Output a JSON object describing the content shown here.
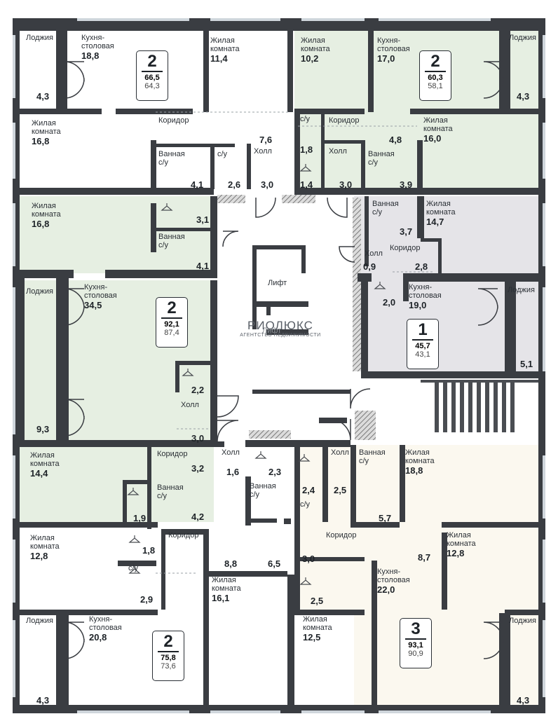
{
  "colors": {
    "wall": "#3a3d42",
    "green": "#e6efe2",
    "grey": "#e5e4e8",
    "beige": "#fbf8ef",
    "white": "#ffffff",
    "hatch": "#8d8d8d"
  },
  "apartments": [
    {
      "id": "a1",
      "rooms": "2",
      "total": "66,5",
      "living": "64,3"
    },
    {
      "id": "a2",
      "rooms": "2",
      "total": "60,3",
      "living": "58,1"
    },
    {
      "id": "a3",
      "rooms": "2",
      "total": "92,1",
      "living": "87,4"
    },
    {
      "id": "a4",
      "rooms": "1",
      "total": "45,7",
      "living": "43,1"
    },
    {
      "id": "a5",
      "rooms": "2",
      "total": "75,8",
      "living": "73,6"
    },
    {
      "id": "a6",
      "rooms": "3",
      "total": "93,1",
      "living": "90,9"
    }
  ],
  "rooms": [
    {
      "id": "r1",
      "name": "Лоджия",
      "area": "4,3"
    },
    {
      "id": "r2",
      "name": "Кухня-\nстоловая",
      "area": "18,8"
    },
    {
      "id": "r3",
      "name": "Жилая\nкомната",
      "area": "11,4"
    },
    {
      "id": "r4",
      "name": "Жилая\nкомната",
      "area": "10,2"
    },
    {
      "id": "r5",
      "name": "Кухня-\nстоловая",
      "area": "17,0"
    },
    {
      "id": "r6",
      "name": "Лоджия",
      "area": "4,3"
    },
    {
      "id": "r7",
      "name": "Жилая\nкомната",
      "area": "16,8"
    },
    {
      "id": "r8",
      "name": "Коридор",
      "area": "7,6"
    },
    {
      "id": "r9",
      "name": "Ванная\nс/у",
      "area": "4,1"
    },
    {
      "id": "r10",
      "name": "с/у",
      "area": "2,6"
    },
    {
      "id": "r11",
      "name": "Холл",
      "area": "3,0"
    },
    {
      "id": "r12",
      "name": "с/у",
      "area": "1,8"
    },
    {
      "id": "r13",
      "name": "Коридор",
      "area": "4,8"
    },
    {
      "id": "r14",
      "name": "Холл",
      "area": "3,0"
    },
    {
      "id": "r15",
      "name": "Ванная\nс/у",
      "area": "3,9"
    },
    {
      "id": "r16",
      "name": "Жилая\nкомната",
      "area": "16,0"
    },
    {
      "id": "r17",
      "name": "Жилая\nкомната",
      "area": "16,8"
    },
    {
      "id": "r18",
      "name": "Ванная\nс/у",
      "area": "4,1"
    },
    {
      "id": "r19",
      "name": "Ванная\nс/у",
      "area": "3,7"
    },
    {
      "id": "r20",
      "name": "Жилая\nкомната",
      "area": "14,7"
    },
    {
      "id": "r21",
      "name": "Коридор",
      "area": "2,8"
    },
    {
      "id": "r22",
      "name": "Холл",
      "area": "0,9"
    },
    {
      "id": "r23",
      "name": "Кухня-\nстоловая",
      "area": "19,0"
    },
    {
      "id": "r24",
      "name": "Лоджия",
      "area": "5,1"
    },
    {
      "id": "r25",
      "name": "Лоджия",
      "area": "9,3"
    },
    {
      "id": "r26",
      "name": "Кухня-\nстоловая",
      "area": "34,5"
    },
    {
      "id": "r27",
      "name": "Холл",
      "area": "3,0"
    },
    {
      "id": "r28",
      "name": "Жилая\nкомната",
      "area": "14,4"
    },
    {
      "id": "r29",
      "name": "Коридор",
      "area": "3,2"
    },
    {
      "id": "r30",
      "name": "Ванная\nс/у",
      "area": "4,2"
    },
    {
      "id": "r31",
      "name": "Холл",
      "area": "1,6"
    },
    {
      "id": "r32",
      "name": "Ванная\nс/у",
      "area": "6,5"
    },
    {
      "id": "r33",
      "name": "Холл",
      "area": "2,5"
    },
    {
      "id": "r34",
      "name": "Ванная\nс/у",
      "area": "5,7"
    },
    {
      "id": "r35",
      "name": "Жилая\nкомната",
      "area": "18,8"
    },
    {
      "id": "r36",
      "name": "с/у",
      "area": "3,0"
    },
    {
      "id": "r37",
      "name": "Жилая\nкомната",
      "area": "12,8"
    },
    {
      "id": "r38",
      "name": "Коридор",
      "area": "8,8"
    },
    {
      "id": "r39",
      "name": "с/у",
      "area": "2,9"
    },
    {
      "id": "r40",
      "name": "Коридор",
      "area": "8,7"
    },
    {
      "id": "r41",
      "name": "Жилая\nкомната",
      "area": "12,8"
    },
    {
      "id": "r42",
      "name": "Жилая\nкомната",
      "area": "16,1"
    },
    {
      "id": "r43",
      "name": "Кухня-\nстоловая",
      "area": "22,0"
    },
    {
      "id": "r44",
      "name": "Лоджия",
      "area": "4,3"
    },
    {
      "id": "r45",
      "name": "Кухня-\nстоловая",
      "area": "20,8"
    },
    {
      "id": "r46",
      "name": "Жилая\nкомната",
      "area": "12,5"
    },
    {
      "id": "r47",
      "name": "Лоджия",
      "area": "4,3"
    }
  ],
  "closets": [
    "1,4",
    "3,1",
    "2,0",
    "2,2",
    "2,3",
    "1,9",
    "2,4",
    "1,8",
    "2,5"
  ],
  "lifts": [
    "Лифт",
    "Лифт"
  ],
  "watermark": {
    "name": "РИОЛЮКС",
    "sub": "АГЕНТСТВО НЕДВИЖИМОСТИ"
  }
}
